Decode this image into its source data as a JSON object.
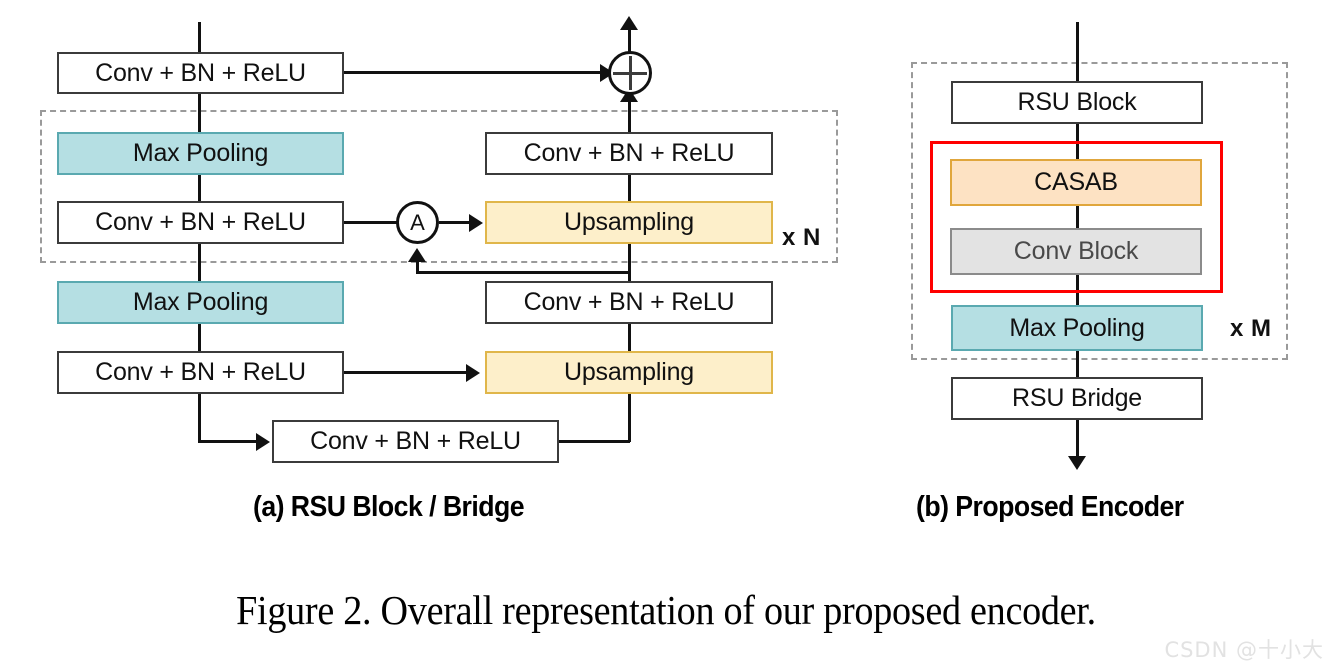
{
  "figure": {
    "caption": "Figure 2. Overall representation of our proposed encoder.",
    "watermark": "CSDN @十小大"
  },
  "panel_a": {
    "subcaption": "(a) RSU Block / Bridge",
    "repeat_label": "x N",
    "nodes": {
      "top_conv": "Conv + BN + ReLU",
      "maxpool_1": "Max Pooling",
      "conv_left_1": "Conv + BN + ReLU",
      "maxpool_2": "Max Pooling",
      "conv_left_2": "Conv + BN + ReLU",
      "conv_right_1": "Conv + BN + ReLU",
      "upsampling_1": "Upsampling",
      "conv_right_2": "Conv + BN + ReLU",
      "upsampling_2": "Upsampling",
      "conv_bottom": "Conv + BN + ReLU"
    },
    "operators": {
      "attention": "A",
      "sum": "plus-circle"
    }
  },
  "panel_b": {
    "subcaption": "(b) Proposed Encoder",
    "repeat_label": "x M",
    "nodes": {
      "rsu_block": "RSU Block",
      "casab": "CASAB",
      "conv_block": "Conv Block",
      "maxpool": "Max Pooling",
      "rsu_bridge": "RSU Bridge"
    }
  },
  "colors": {
    "teal_fill": "#b5dfe3",
    "teal_border": "#5aa9b0",
    "yellow_fill": "#fdefca",
    "yellow_border": "#e0b64a",
    "orange_fill": "#fde2c3",
    "orange_border": "#e0a63c",
    "grey_fill": "#e3e3e3",
    "grey_border": "#8b8b8b",
    "highlight_red": "#ff0000",
    "line": "#111111",
    "dashed_border": "#9a9a9a"
  }
}
